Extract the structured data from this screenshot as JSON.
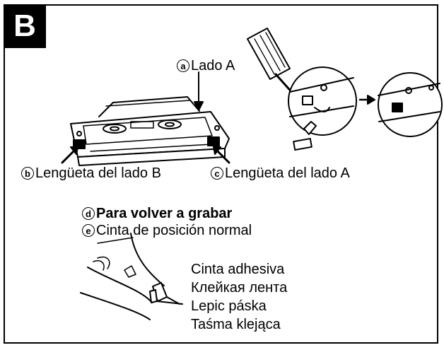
{
  "section_badge": "B",
  "markers": {
    "a": "a",
    "b": "b",
    "c": "c",
    "d": "d",
    "e": "e"
  },
  "labels": {
    "side_a": "Lado A",
    "tab_side_b": "Lengüeta del lado B",
    "tab_side_a": "Lengüeta del lado A",
    "rerecord": "Para volver a grabar",
    "normal_tape": "Cinta de posición normal"
  },
  "adhesive_tape": [
    "Cinta adhesiva",
    "Клейкая лента",
    "Lepic  páska",
    "Taśma klejąca"
  ]
}
